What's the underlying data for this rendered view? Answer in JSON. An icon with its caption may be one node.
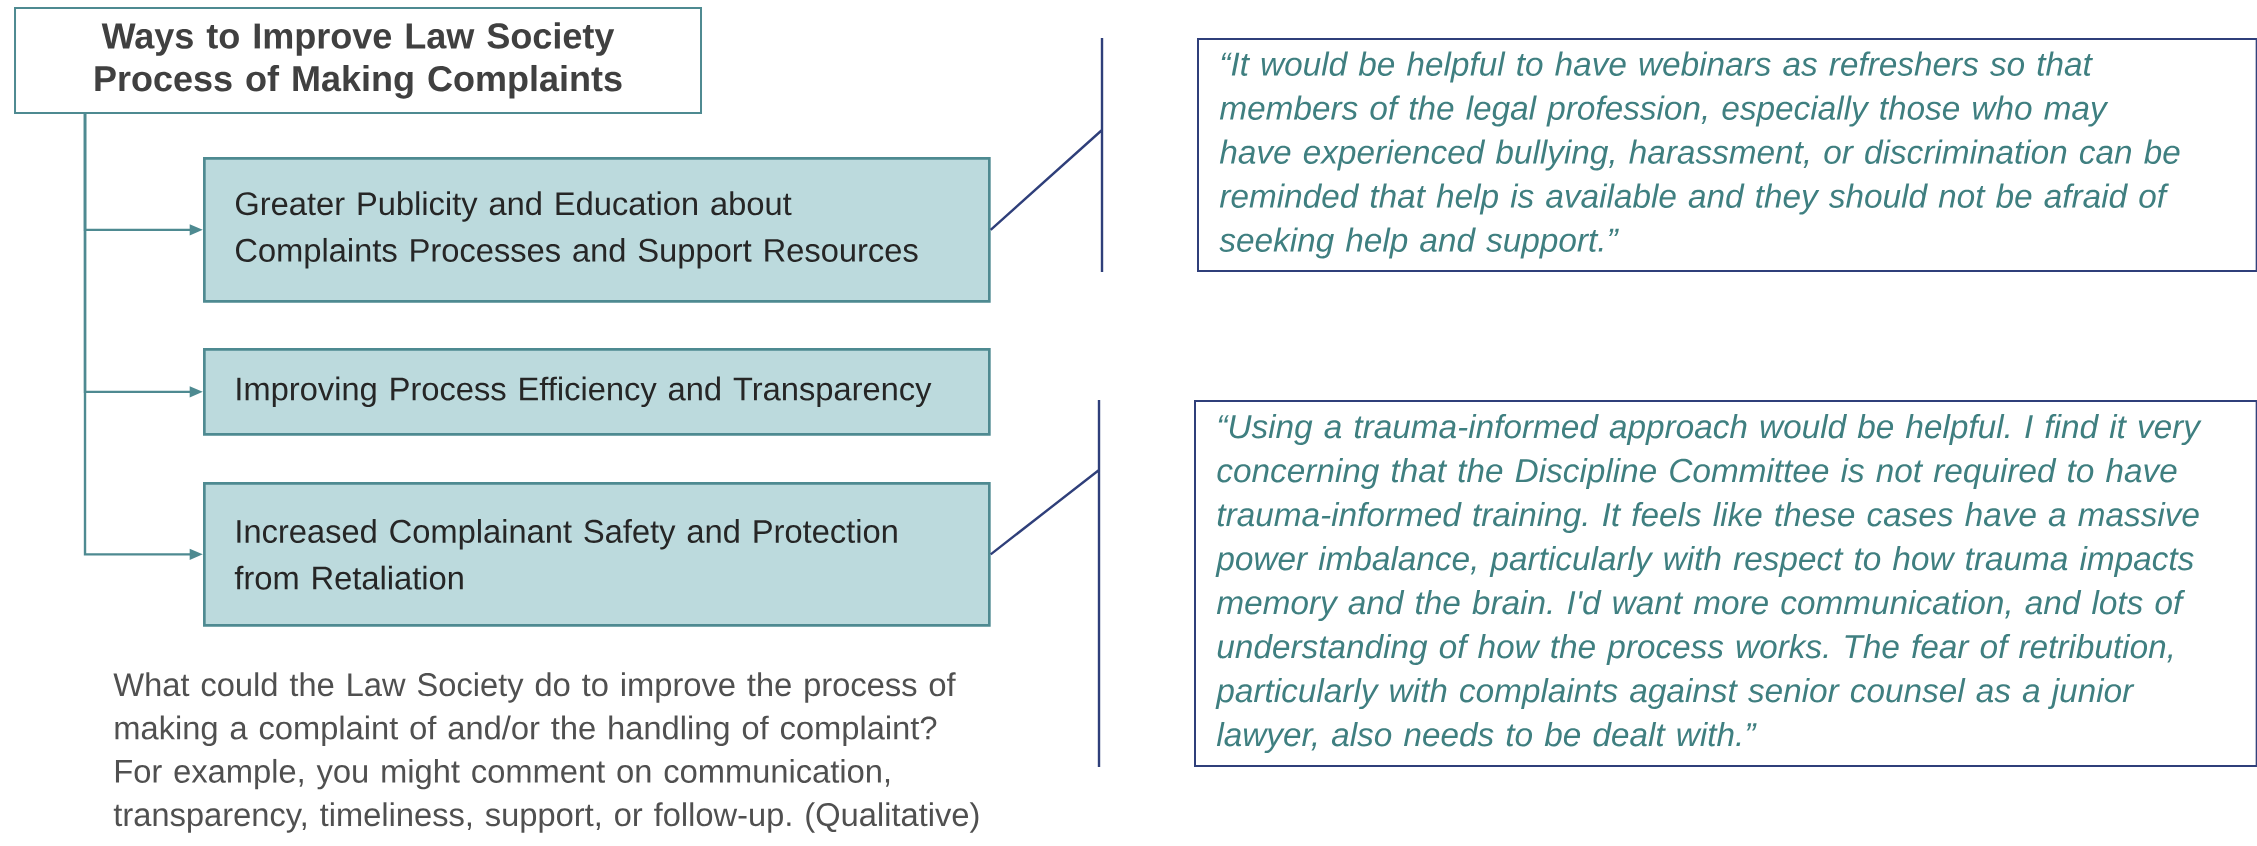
{
  "diagram": {
    "nodes": [
      {
        "text": [
          "Ways to Improve Law Society Process of Making Complaints"
        ]
      },
      {
        "text": [
          "Greater Publicity and Education about Complaints Processes and Support Resources"
        ]
      },
      {
        "text": [
          "Improving Process Efficiency and Transparency"
        ]
      },
      {
        "text": [
          "Increased Complainant Safety and Protection from Retaliation"
        ]
      },
      {
        "text": [
          "“It would be helpful to have webinars as refreshers so that members of the legal profession, especially those who may have experienced bullying, harassment, or discrimination can be reminded that help is available and they should not be afraid of seeking help and support.”"
        ]
      },
      {
        "text": [
          "“Using a trauma-informed approach would be helpful. I find it very concerning that the Discipline Committee is not required to have trauma-informed training. It feels like these cases have a massive power imbalance, particularly with respect to how trauma impacts memory and the brain. I'd want more communication, and lots of understanding of how the process works. The fear of retribution, particularly with complaints against senior counsel as a junior lawyer, also needs to be dealt with.”"
        ]
      }
    ],
    "edges": [
      {
        "from": 0,
        "to": 1,
        "arrow": "to"
      },
      {
        "from": 0,
        "to": 2,
        "arrow": "to"
      },
      {
        "from": 0,
        "to": 3,
        "arrow": "to"
      },
      {
        "from": 1,
        "to": 4,
        "arrow": "none",
        "color": "#2f3f7a"
      },
      {
        "from": 3,
        "to": 5,
        "arrow": "none",
        "color": "#2f3f7a"
      }
    ],
    "labels": [
      "What could the Law Society do to improve the process of making a complaint of and/or the handling of complaint? For example, you might comment on communication, transparency, timeliness, support, or follow-up. (Qualitative)"
    ]
  }
}
